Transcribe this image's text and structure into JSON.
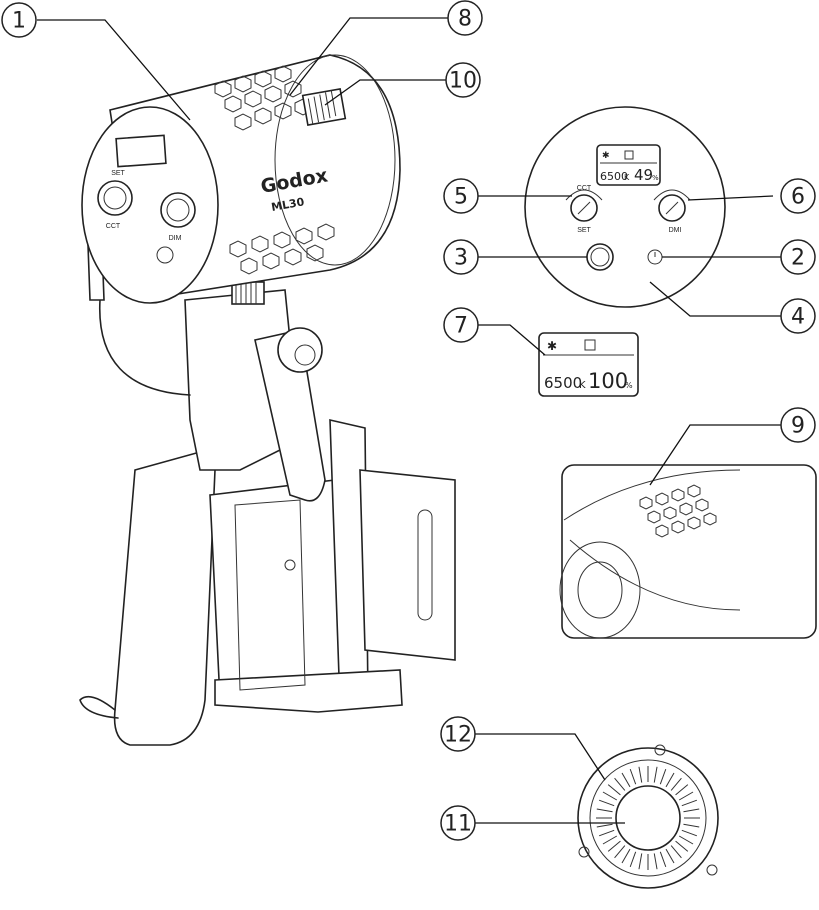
{
  "product": {
    "brand": "Godox",
    "model": "ML30",
    "knob_labels": {
      "set": "SET",
      "cct": "CCT",
      "dim": "DIM",
      "dmi": "DMI"
    }
  },
  "lcd_small": {
    "temperature": "6500",
    "temp_unit": "K",
    "brightness": "49",
    "brightness_unit": "%"
  },
  "lcd_large": {
    "temperature": "6500",
    "temp_unit": "K",
    "brightness": "100",
    "brightness_unit": "%"
  },
  "callouts": [
    "1",
    "2",
    "3",
    "4",
    "5",
    "6",
    "7",
    "8",
    "9",
    "10",
    "11",
    "12"
  ]
}
